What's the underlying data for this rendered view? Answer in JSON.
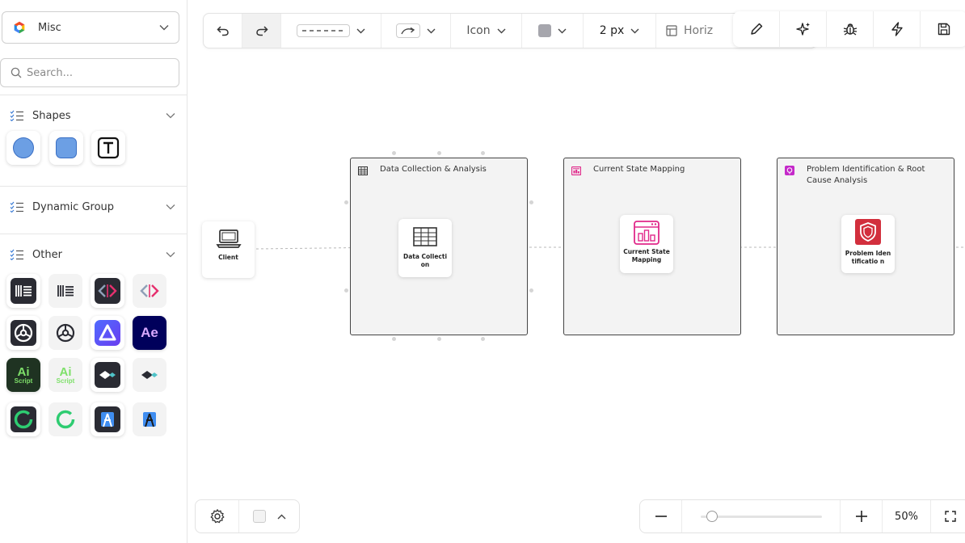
{
  "sidebar": {
    "library": {
      "label": "Misc",
      "icon": "multicolor-ring-logo-icon"
    },
    "search": {
      "placeholder": "Search..."
    },
    "sections": {
      "shapes": {
        "label": "Shapes"
      },
      "dynamic": {
        "label": "Dynamic Group"
      },
      "other": {
        "label": "Other"
      }
    },
    "shape_tiles": [
      "circle-shape-icon",
      "rounded-square-shape-icon",
      "text-shape-icon"
    ],
    "other_tiles": [
      "bars-logo-dark-icon",
      "bars-logo-light-icon",
      "code-arrows-dark-icon",
      "code-arrows-light-icon",
      "aperture-dark-icon",
      "aperture-light-icon",
      "adobe-a-logo-icon",
      "after-effects-logo-icon",
      "ai-script-dark-icon",
      "ai-script-light-icon",
      "diamond-logo-dark-icon",
      "diamond-logo-light-icon",
      "ring-logo-dark-icon",
      "ring-logo-light-icon",
      "android-studio-dark-icon",
      "android-studio-light-icon"
    ],
    "tile_text": {
      "ae": "Ae",
      "ai": "Ai",
      "script": "Script"
    }
  },
  "toolbar": {
    "icon_label": "Icon",
    "stroke_width": "2 px",
    "layout_label": "Horiz",
    "color": "#a6a6ad"
  },
  "diagram": {
    "client": {
      "label": "Client"
    },
    "groups": [
      {
        "title": "Data Collection & Analysis",
        "node_label": "Data Collection"
      },
      {
        "title": "Current State Mapping",
        "node_label": "Current State Mapping"
      },
      {
        "title": "Problem Identification & Root Cause Analysis",
        "node_label": "Problem Identificatio n"
      }
    ],
    "colors": {
      "pink": "#e0288a",
      "magenta": "#c429c9",
      "red": "#d22f3d"
    }
  },
  "zoom": {
    "value": "50%",
    "level": 0.05
  }
}
